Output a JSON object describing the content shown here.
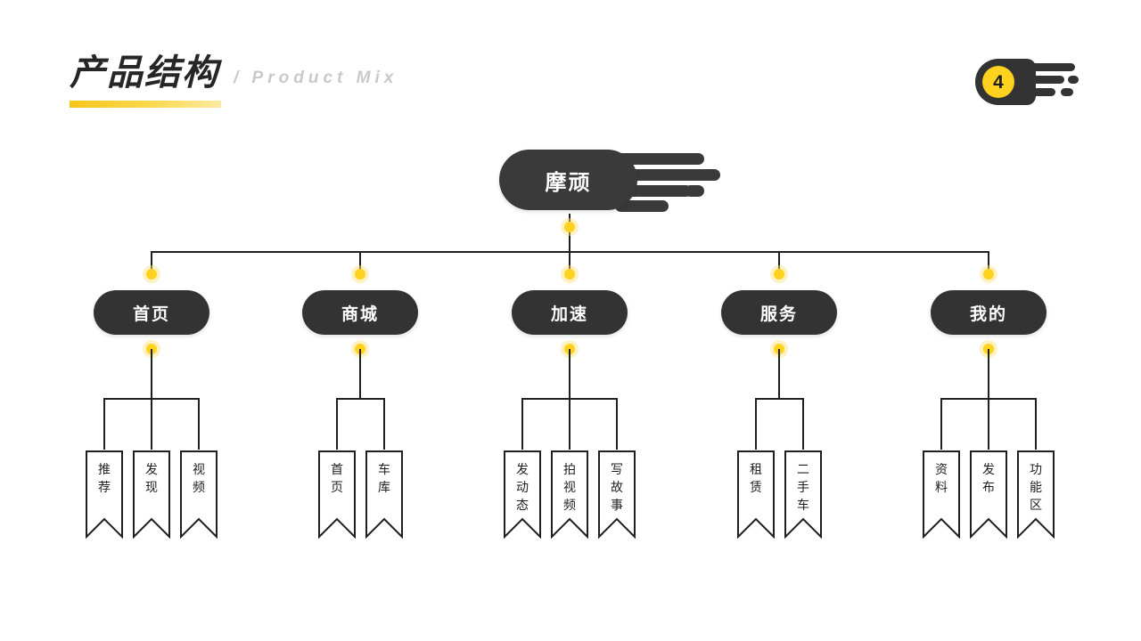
{
  "header": {
    "title_zh": "产品结构",
    "title_en": "/ Product Mix",
    "accent_color": "#ffd21f",
    "dark_color": "#333333"
  },
  "page_badge": {
    "number": "4"
  },
  "tree": {
    "root": {
      "label": "摩顽"
    },
    "branches": [
      {
        "label": "首页",
        "leaves": [
          "推荐",
          "发现",
          "视频"
        ]
      },
      {
        "label": "商城",
        "leaves": [
          "首页",
          "车库"
        ]
      },
      {
        "label": "加速",
        "leaves": [
          "发动态",
          "拍视频",
          "写故事"
        ]
      },
      {
        "label": "服务",
        "leaves": [
          "租赁",
          "二手车"
        ]
      },
      {
        "label": "我的",
        "leaves": [
          "资料",
          "发布",
          "功能区"
        ]
      }
    ]
  }
}
